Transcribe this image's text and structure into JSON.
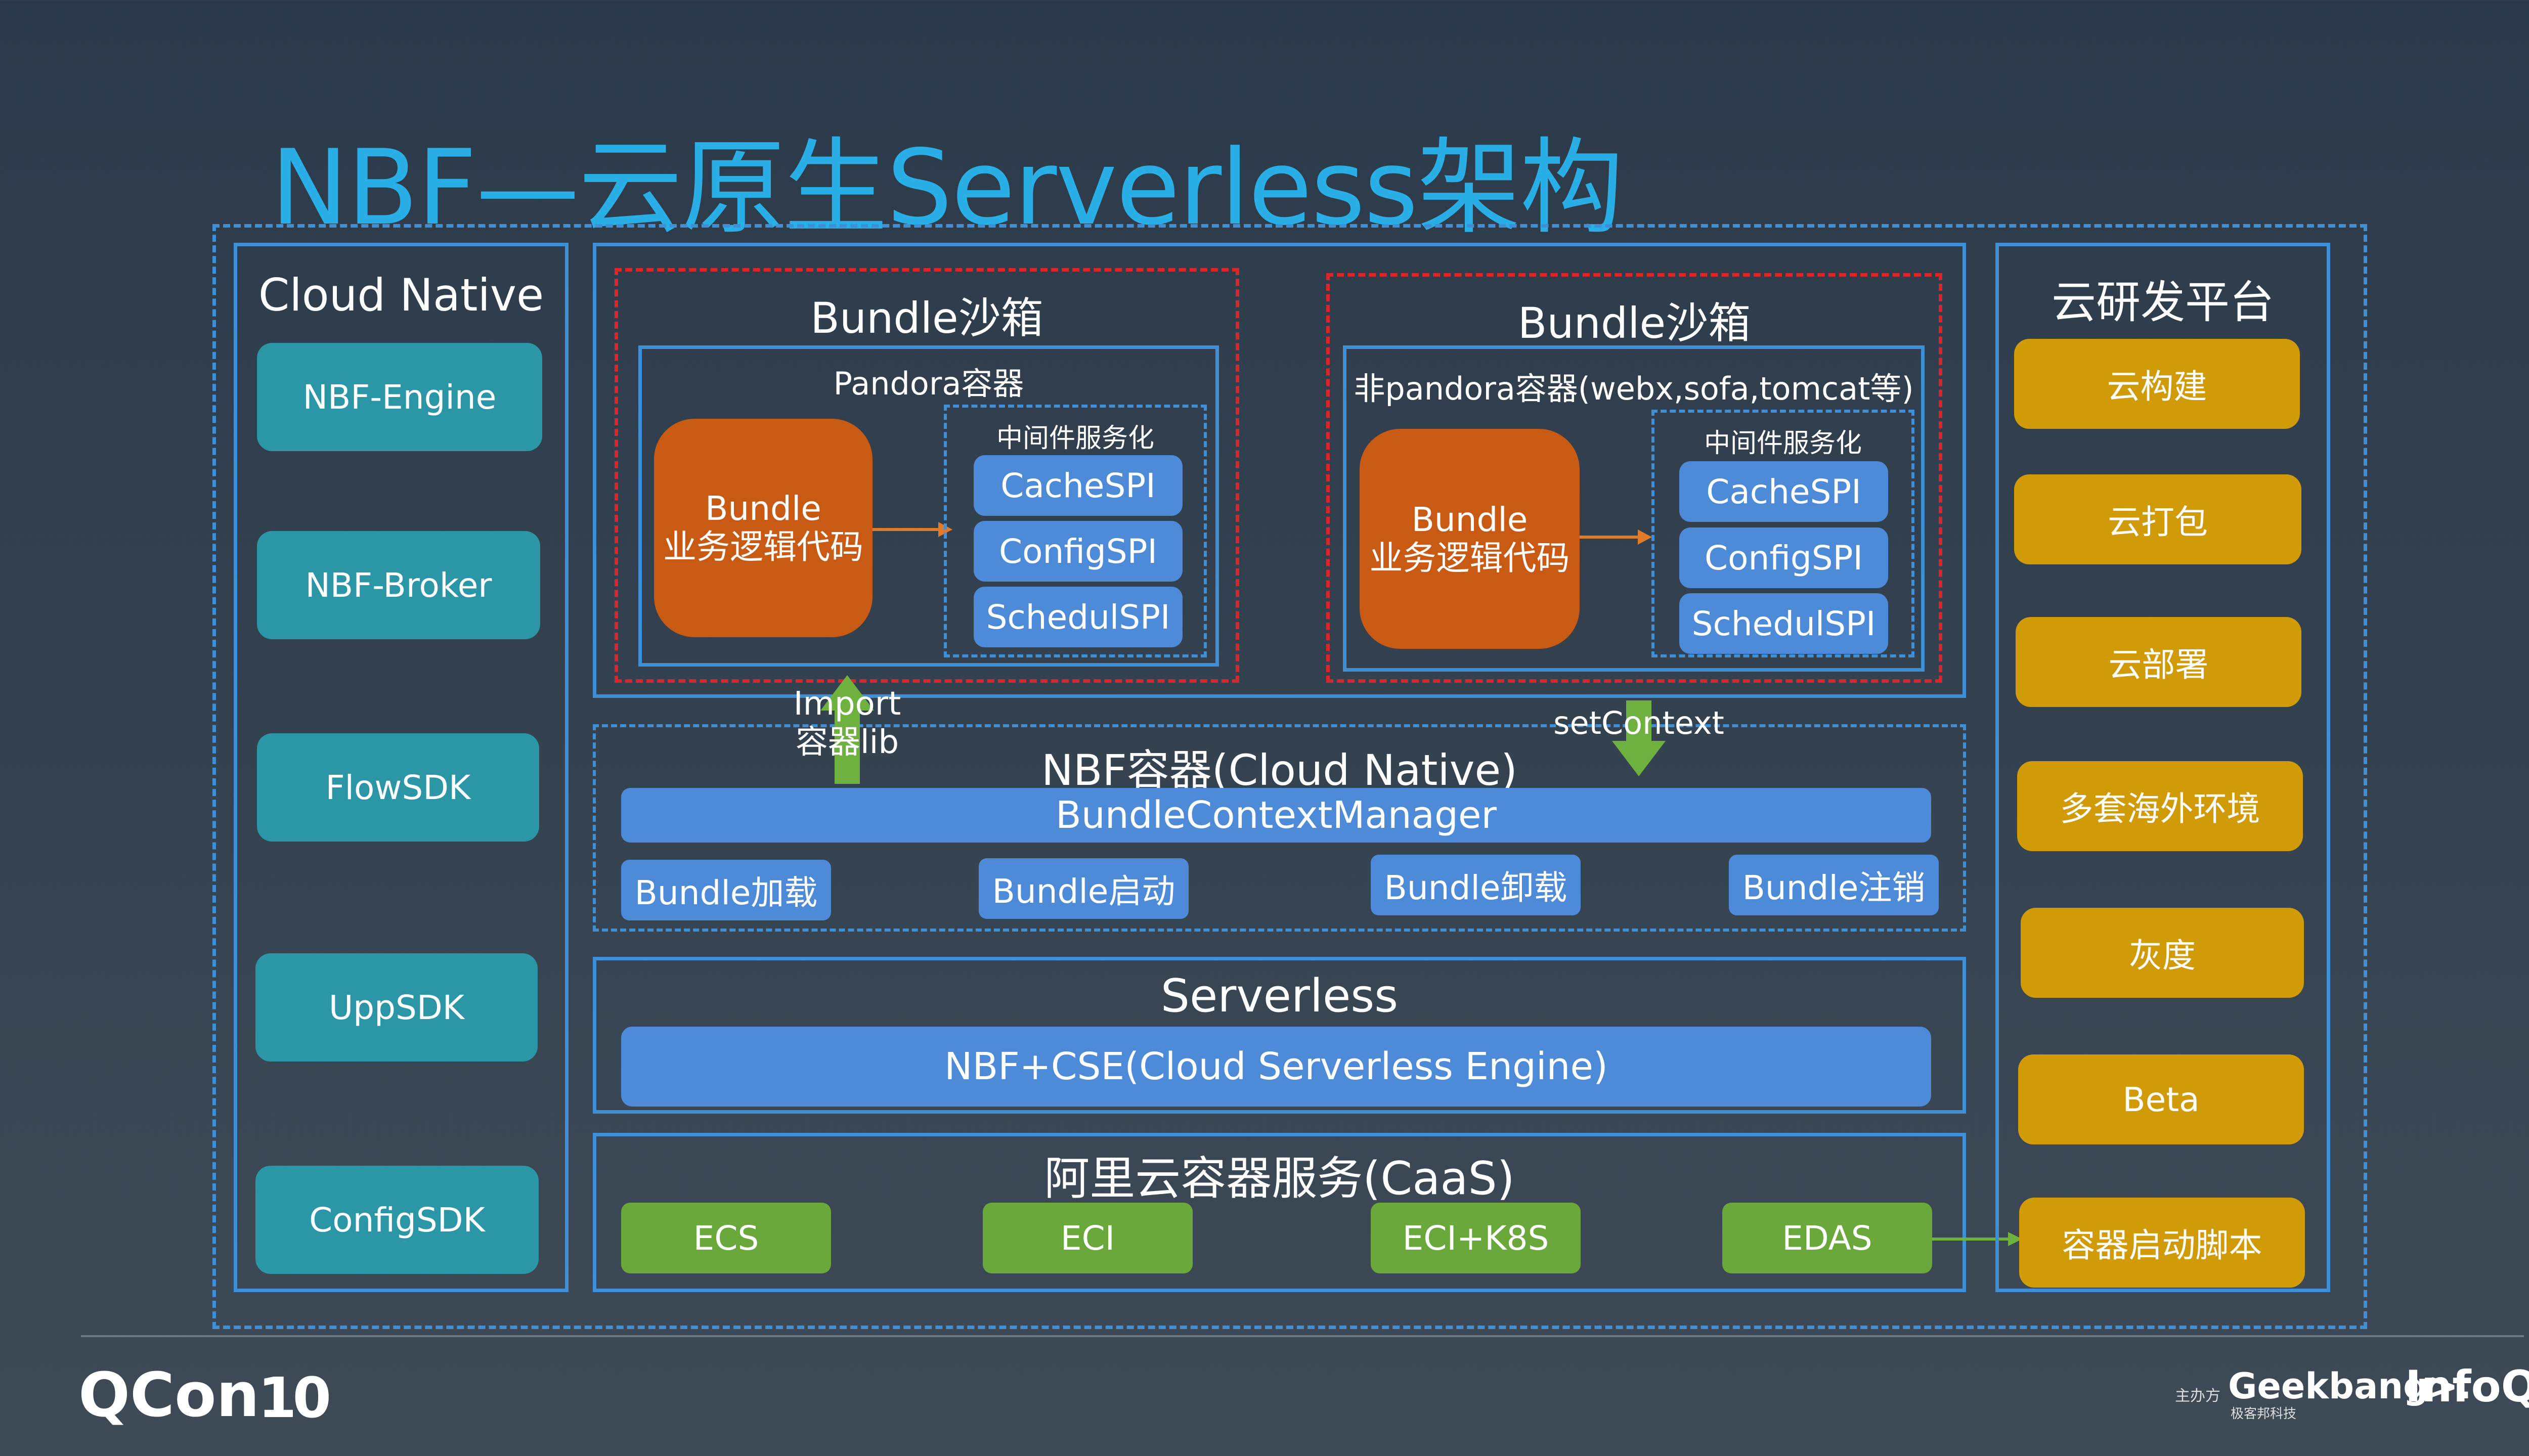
{
  "title": "NBF—云原生Serverless架构",
  "left_panel": {
    "title": "Cloud Native",
    "items": [
      "NBF-Engine",
      "NBF-Broker",
      "FlowSDK",
      "UppSDK",
      "ConfigSDK"
    ]
  },
  "sandbox_left": {
    "title": "Bundle沙箱",
    "container": "Pandora容器",
    "bundle_line1": "Bundle",
    "bundle_line2": "业务逻辑代码",
    "middleware": "中间件服务化",
    "spis": [
      "CacheSPI",
      "ConfigSPI",
      "SchedulSPI"
    ]
  },
  "sandbox_right": {
    "title": "Bundle沙箱",
    "container": "非pandora容器(webx,sofa,tomcat等)",
    "bundle_line1": "Bundle",
    "bundle_line2": "业务逻辑代码",
    "middleware": "中间件服务化",
    "spis": [
      "CacheSPI",
      "ConfigSPI",
      "SchedulSPI"
    ]
  },
  "import_label_1": "Import",
  "import_label_2": "容器lib",
  "set_context_label": "setContext",
  "nbf_container": {
    "title": "NBF容器(Cloud Native)",
    "manager": "BundleContextManager",
    "actions": [
      "Bundle加载",
      "Bundle启动",
      "Bundle卸载",
      "Bundle注销"
    ]
  },
  "serverless": {
    "title": "Serverless",
    "engine": "NBF+CSE(Cloud Serverless Engine)"
  },
  "caas": {
    "title": "阿里云容器服务(CaaS)",
    "items": [
      "ECS",
      "ECI",
      "ECI+K8S",
      "EDAS"
    ]
  },
  "right_panel": {
    "title": "云研发平台",
    "items": [
      "云构建",
      "云打包",
      "云部署",
      "多套海外环境",
      "灰度",
      "Beta",
      "容器启动脚本"
    ]
  },
  "footer": {
    "qcon": "QCon",
    "qcon_badge": "10",
    "organizer": "主办方",
    "geekbang": "Geekbang>.",
    "geekbang_sub": "极客邦科技",
    "infoq": "InfoQ"
  },
  "colors": {
    "title": "#29aee6",
    "frame": "#3f8fd6",
    "sandbox": "#d9262b",
    "teal": "#2b97a6",
    "gold": "#d19a07",
    "blue": "#4d8ad7",
    "green": "#6aa83c",
    "orange": "#c95a14"
  }
}
